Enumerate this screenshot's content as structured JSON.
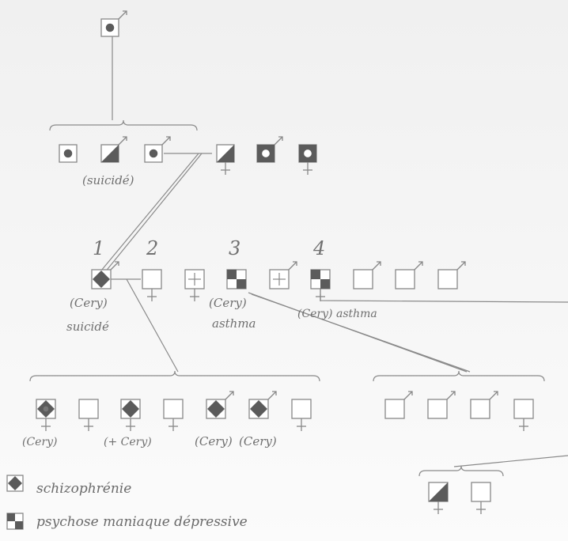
{
  "labels": {
    "gen2_suicide": "(suicidé)",
    "num1": "1",
    "num2": "2",
    "num3": "3",
    "num4": "4",
    "p1_name": "(Cery)",
    "p1_note": "suicidé",
    "p3_name": "(Cery)",
    "p3_note": "asthma",
    "p4_note": "(Cery) asthma",
    "c1_name": "(Cery)",
    "c3_name": "(+ Cery)",
    "c5_name": "(Cery)",
    "c6_name": "(Cery)"
  },
  "legend": {
    "schizo_label": "schizophrénie",
    "psychose_label": "psychose maniaque dépressive"
  },
  "colors": {
    "line": "#8a8a8a",
    "box": "#888888",
    "fill_dark": "#5b5b5b",
    "fill_light": "#ffffff"
  },
  "icons": {
    "male": "male-symbol-icon",
    "female": "female-symbol-icon",
    "schizophrenia": "diamond-icon",
    "manic_depressive": "checker-icon"
  }
}
